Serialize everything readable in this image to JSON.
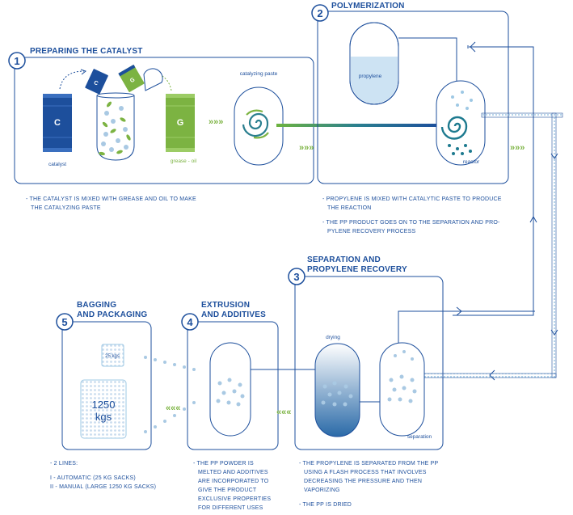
{
  "colors": {
    "primary": "#1d4f9c",
    "accent_green": "#7cb342",
    "light_blue": "#9ec8e4",
    "bead": "#a9c9e3"
  },
  "steps": [
    {
      "number": "1",
      "title": "PREPARING THE CATALYST",
      "notes": [
        "- THE CATALYST IS MIXED WITH GREASE AND OIL TO MAKE",
        "THE CATALYZING PASTE"
      ]
    },
    {
      "number": "2",
      "title": "POLYMERIZATION",
      "notes": [
        "- PROPYLENE IS MIXED WITH CATALYTIC PASTE TO PRODUCE",
        "THE REACTION",
        "- THE PP PRODUCT GOES ON TO THE SEPARATION AND PRO-",
        "PYLENE RECOVERY PROCESS"
      ]
    },
    {
      "number": "3",
      "title_lines": [
        "SEPARATION AND",
        "PROPYLENE RECOVERY"
      ],
      "notes": [
        "- THE PROPYLENE IS SEPARATED FROM THE PP",
        "USING A FLASH PROCESS THAT INVOLVES",
        "DECREASING THE PRESSURE AND THEN",
        "VAPORIZING",
        "- THE PP IS DRIED"
      ]
    },
    {
      "number": "4",
      "title_lines": [
        "EXTRUSION",
        "AND ADDITIVES"
      ],
      "notes": [
        "- THE PP POWDER IS",
        "MELTED AND ADDITIVES",
        "ARE INCORPORATED TO",
        "GIVE THE PRODUCT",
        "EXCLUSIVE PROPERTIES",
        "FOR DIFFERENT USES"
      ]
    },
    {
      "number": "5",
      "title_lines": [
        "BAGGING",
        "AND PACKAGING"
      ],
      "notes": [
        "- 2 LINES:",
        "I - AUTOMATIC (25 KG SACKS)",
        "II - MANUAL (LARGE 1250 KG SACKS)"
      ]
    }
  ],
  "labels": {
    "catalyst": "catalyst",
    "grease_oil": "grease - oil",
    "catalyzing_paste": "catalyzing paste",
    "propylene": "propylene",
    "reactor": "reactor",
    "drying": "drying",
    "separation": "separation",
    "drum_c": "C",
    "drum_g": "G",
    "small_drum_c": "C",
    "small_drum_g": "G"
  },
  "sacks": {
    "small": "25 kgs",
    "large_line1": "1250",
    "large_line2": "kgs"
  },
  "flow_arrows": {
    "right": "»»»",
    "left": "«««"
  }
}
